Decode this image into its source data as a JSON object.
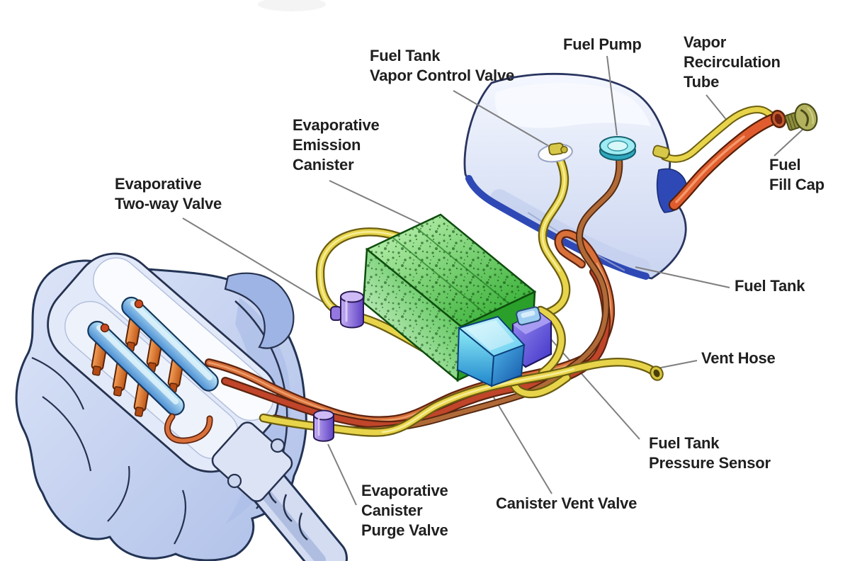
{
  "diagram": {
    "background": "#ffffff",
    "labels": {
      "fuel_tank_vapor_control_valve": {
        "lines": [
          "Fuel Tank",
          "Vapor Control Valve"
        ]
      },
      "fuel_pump": {
        "lines": [
          "Fuel Pump"
        ]
      },
      "vapor_recirculation_tube": {
        "lines": [
          "Vapor",
          "Recirculation",
          "Tube"
        ]
      },
      "fuel_fill_cap": {
        "lines": [
          "Fuel",
          "Fill Cap"
        ]
      },
      "evaporative_emission_canister": {
        "lines": [
          "Evaporative",
          "Emission",
          "Canister"
        ]
      },
      "evaporative_two_way_valve": {
        "lines": [
          "Evaporative",
          "Two-way Valve"
        ]
      },
      "fuel_tank": {
        "lines": [
          "Fuel Tank"
        ]
      },
      "vent_hose": {
        "lines": [
          "Vent Hose"
        ]
      },
      "fuel_tank_pressure_sensor": {
        "lines": [
          "Fuel Tank",
          "Pressure Sensor"
        ]
      },
      "canister_vent_valve": {
        "lines": [
          "Canister Vent Valve"
        ]
      },
      "evaporative_canister_purge_valve": {
        "lines": [
          "Evaporative",
          "Canister",
          "Purge Valve"
        ]
      }
    },
    "colors": {
      "background": "#ffffff",
      "label_text": "#1f1f1f",
      "leader_line": "#7f7f7f",
      "hose_yellow": "#e8d44a",
      "hose_outline_yellow": "#6b5e10",
      "fuel_line_orange": "#d9703a",
      "fuel_line_red": "#c0452a",
      "fuel_pump_line_brown": "#b06a38",
      "filler_tube_orange": "#e05c2e",
      "canister_green": "#35b535",
      "vent_valve_cyan": "#3fb9e8",
      "valve_purple": "#8a68dc",
      "sensor_indigo": "#5a48d8",
      "engine_blue": "#c7d3ef",
      "tank_blue": "#dfe6f8",
      "tank_rim_blue": "#2e49b5",
      "fuel_pump_cyan": "#8ee8ee",
      "fill_cap_olive": "#a8a855"
    }
  }
}
